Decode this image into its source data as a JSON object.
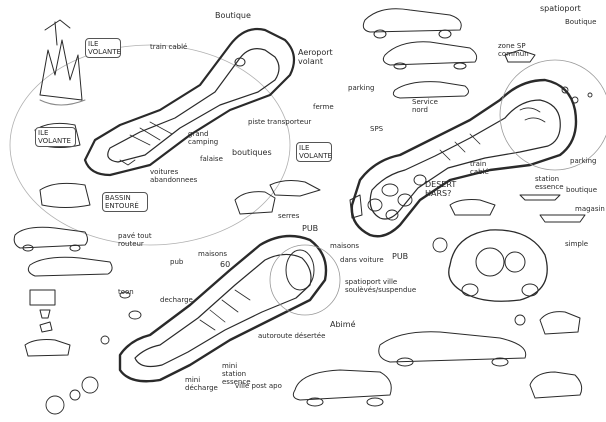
{
  "labels": {
    "boutique_top": "Boutique",
    "ile_volante_top": "ILE VOLANTE",
    "train_cable": "train cablé",
    "aeroport_volant": "Aeroport volant",
    "parking_top": "parking",
    "ferme": "ferme",
    "piste_transporteur": "piste transporteur",
    "ile_volante_left": "ILE VOLANTE",
    "grand_camping": "grand camping",
    "voitures_abandonnees": "voitures abandonnees",
    "falaise": "falaise",
    "boutiques_mid": "boutiques",
    "ile_volante_mid": "ILE VOLANTE",
    "bassin_entoure": "BASSIN ENTOURÉ",
    "spatioport": "spatioport",
    "boutique_right": "Boutique",
    "zone_sp_commun": "zone SP commun",
    "service_nord": "Service nord",
    "sps": "SPS",
    "train_cable_right": "train cablé",
    "desert_hars": "DESERT HARS?",
    "parking_right": "parking",
    "station_essence": "station essence",
    "boutique_right2": "boutique",
    "magasin": "magasin",
    "simple": "simple",
    "serres": "serres",
    "pub_left": "PUB",
    "pub_right": "PUB",
    "maisons": "maisons",
    "dans_voiture": "dans voiture",
    "spatioport_ville": "spatioport ville soulèvés/suspendue",
    "abime": "Abimé",
    "autoroute_desertee": "autoroute désertée",
    "mini_decharge": "mini décharge",
    "mini_station_essence": "mini station essence",
    "ville_post_apo": "ville post apo",
    "pave_tout_routeur": "pavé tout routeur",
    "decharge": "decharge",
    "pub_small": "pub",
    "maisons_left": "maisons",
    "toon": "toon",
    "number_60": "60"
  },
  "colors": {
    "ink": "#2a2a2a",
    "light_ink": "#9a9a9a",
    "paper": "#ffffff"
  }
}
